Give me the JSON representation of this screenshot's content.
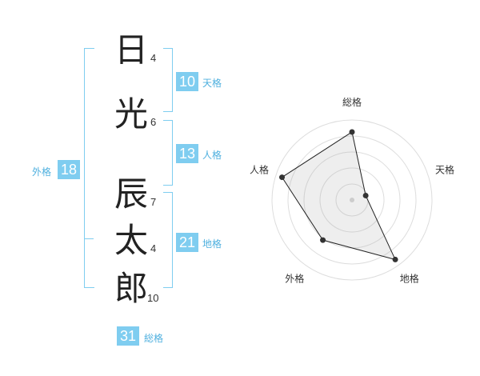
{
  "name": {
    "chars": [
      {
        "char": "日",
        "strokes": "4"
      },
      {
        "char": "光",
        "strokes": "6"
      },
      {
        "char": "辰",
        "strokes": "7"
      },
      {
        "char": "太",
        "strokes": "4"
      },
      {
        "char": "郎",
        "strokes": "10"
      }
    ]
  },
  "kakusu": {
    "tenkaku": {
      "value": "10",
      "label": "天格"
    },
    "jinkaku": {
      "value": "13",
      "label": "人格"
    },
    "chikaku": {
      "value": "21",
      "label": "地格"
    },
    "gaikaku": {
      "value": "18",
      "label": "外格"
    },
    "soukaku": {
      "value": "31",
      "label": "総格"
    }
  },
  "colors": {
    "accent": "#7fcdf0",
    "accent_text": "#4fb0df"
  },
  "chart_data": {
    "type": "radar",
    "axes": [
      "総格",
      "天格",
      "地格",
      "外格",
      "人格"
    ],
    "values": [
      0.85,
      0.18,
      0.92,
      0.62,
      0.92
    ],
    "range": [
      0,
      1
    ],
    "rings": 5,
    "grid": true
  }
}
